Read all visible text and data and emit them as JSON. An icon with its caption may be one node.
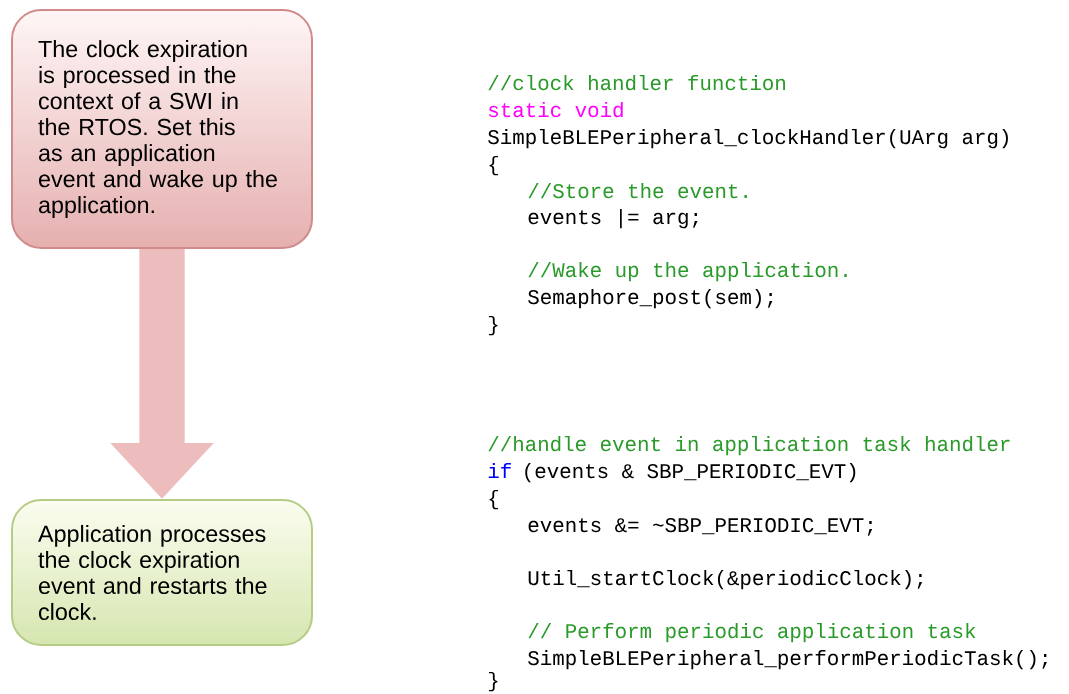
{
  "diagram": {
    "nodes": [
      {
        "text": [
          "The clock expiration is processed in the context of a SWI in the RTOS. Set this as an application event and wake up the application."
        ]
      },
      {
        "text": [
          "Application processes the clock expiration event and restarts the clock."
        ]
      }
    ],
    "edges": [
      {
        "from": 0,
        "to": 1,
        "arrow": "to"
      }
    ],
    "labels": [
      "//clock handler function",
      "static void",
      "SimpleBLEPeripheral_clockHandler(UArg arg)",
      "{",
      "//Store the event.",
      "events |= arg;",
      "//Wake up the application.",
      "Semaphore_post(sem);",
      "}",
      "//handle event in application task handler",
      "if",
      "(events & SBP_PERIODIC_EVT)",
      "{",
      "events &= ~SBP_PERIODIC_EVT;",
      "Util_startClock(&periodicClock);",
      "// Perform periodic application task",
      "SimpleBLEPeripheral_performPeriodicTask();",
      "}"
    ]
  }
}
